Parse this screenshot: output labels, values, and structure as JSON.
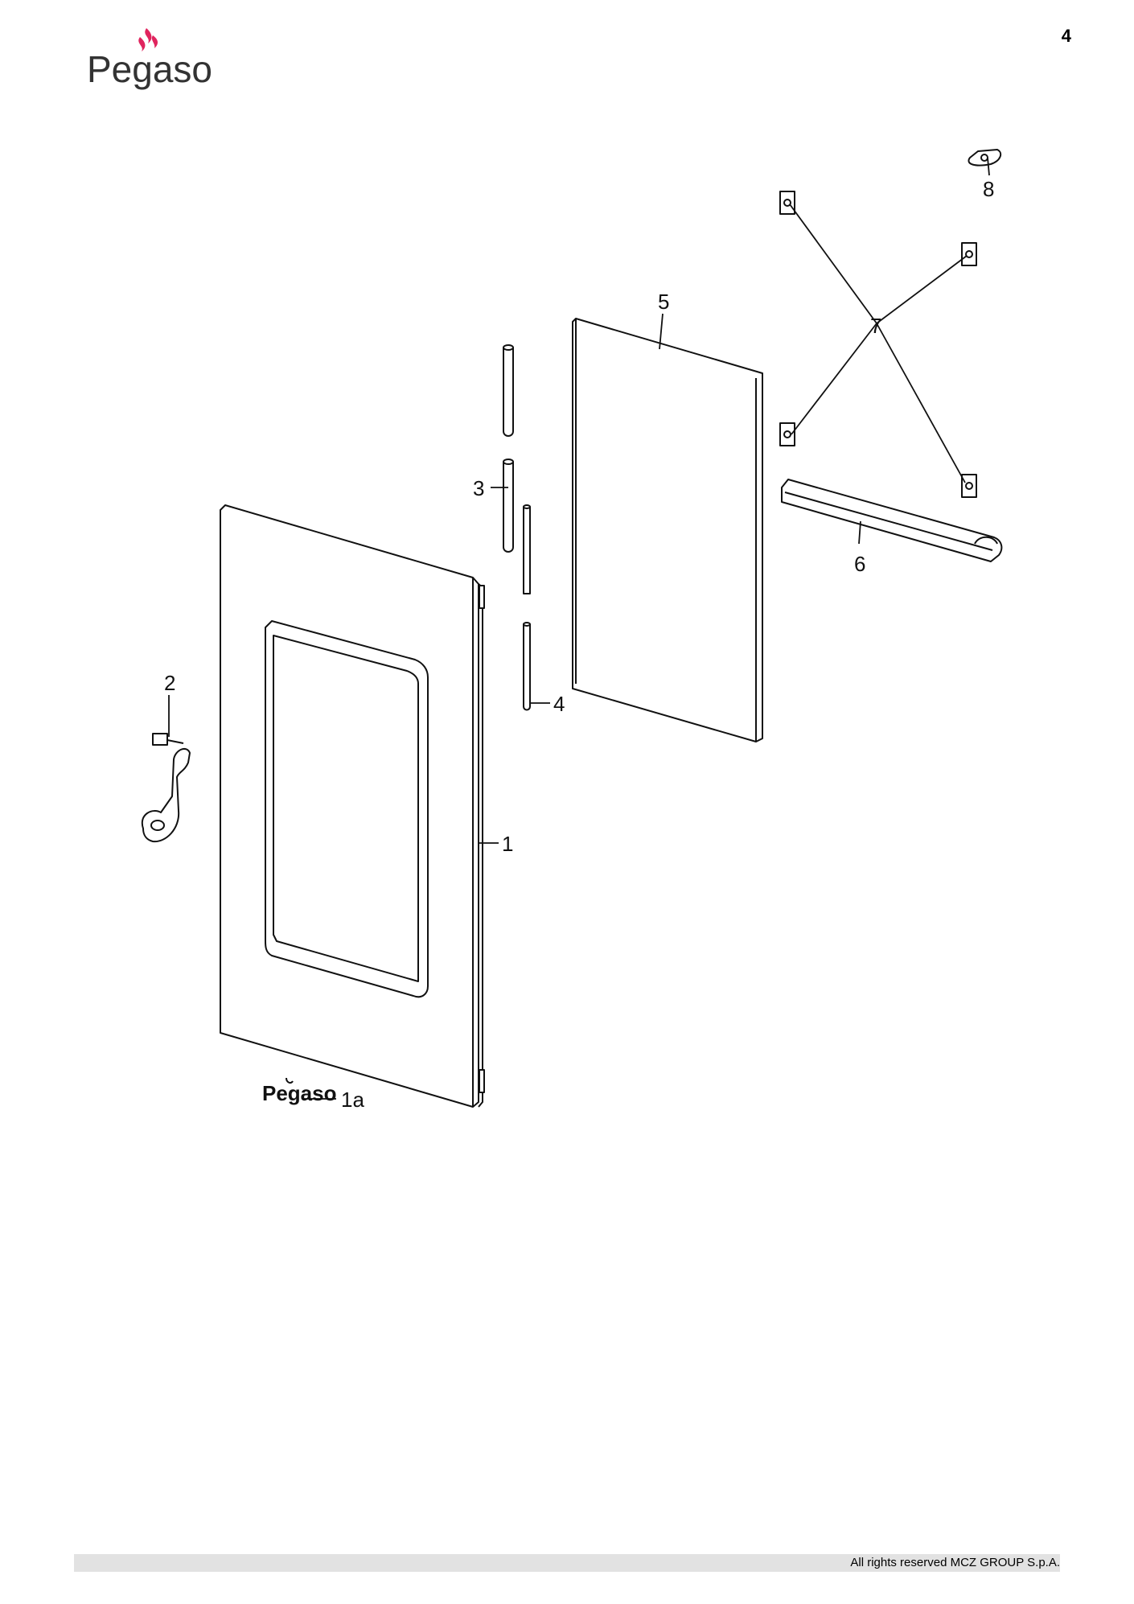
{
  "page": {
    "number": "4"
  },
  "brand": {
    "name": "Pegaso",
    "flame_color": "#e0245e"
  },
  "diagram": {
    "callouts": [
      {
        "id": "1",
        "label": "1"
      },
      {
        "id": "1a",
        "label": "1a"
      },
      {
        "id": "2",
        "label": "2"
      },
      {
        "id": "3",
        "label": "3"
      },
      {
        "id": "4",
        "label": "4"
      },
      {
        "id": "5",
        "label": "5"
      },
      {
        "id": "6",
        "label": "6"
      },
      {
        "id": "7",
        "label": "7"
      },
      {
        "id": "8",
        "label": "8"
      }
    ]
  },
  "footer": {
    "copyright": "All rights reserved MCZ GROUP S.p.A."
  }
}
